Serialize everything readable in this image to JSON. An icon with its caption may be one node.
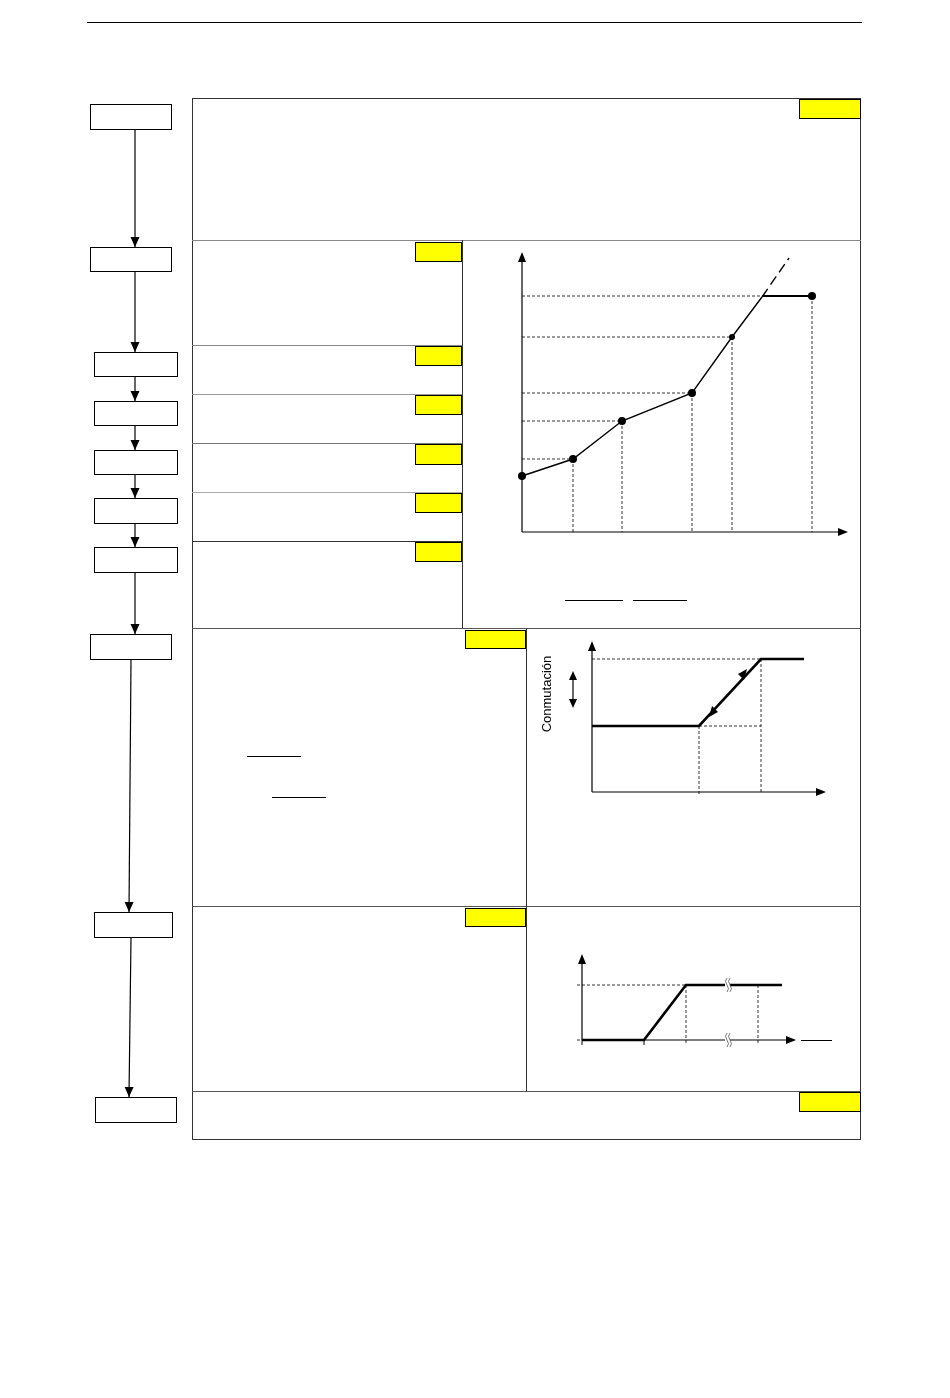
{
  "diagram": {
    "nodes": [
      {
        "text": [],
        "shape": "box"
      },
      {
        "text": [],
        "shape": "box"
      },
      {
        "text": [],
        "shape": "box"
      },
      {
        "text": [],
        "shape": "box"
      },
      {
        "text": [],
        "shape": "box"
      },
      {
        "text": [],
        "shape": "box"
      },
      {
        "text": [],
        "shape": "box"
      },
      {
        "text": [],
        "shape": "box"
      },
      {
        "text": [],
        "shape": "box"
      },
      {
        "text": [],
        "shape": "box"
      }
    ],
    "edges": [
      {
        "from": 0,
        "to": 1,
        "arrow": "to"
      },
      {
        "from": 1,
        "to": 2,
        "arrow": "to"
      },
      {
        "from": 2,
        "to": 3,
        "arrow": "to"
      },
      {
        "from": 3,
        "to": 4,
        "arrow": "to"
      },
      {
        "from": 4,
        "to": 5,
        "arrow": "to"
      },
      {
        "from": 5,
        "to": 6,
        "arrow": "to"
      },
      {
        "from": 6,
        "to": 7,
        "arrow": "to"
      },
      {
        "from": 7,
        "to": 8,
        "arrow": "to"
      },
      {
        "from": 8,
        "to": 9,
        "arrow": "to"
      }
    ],
    "labels": [
      "Conmutación"
    ]
  }
}
